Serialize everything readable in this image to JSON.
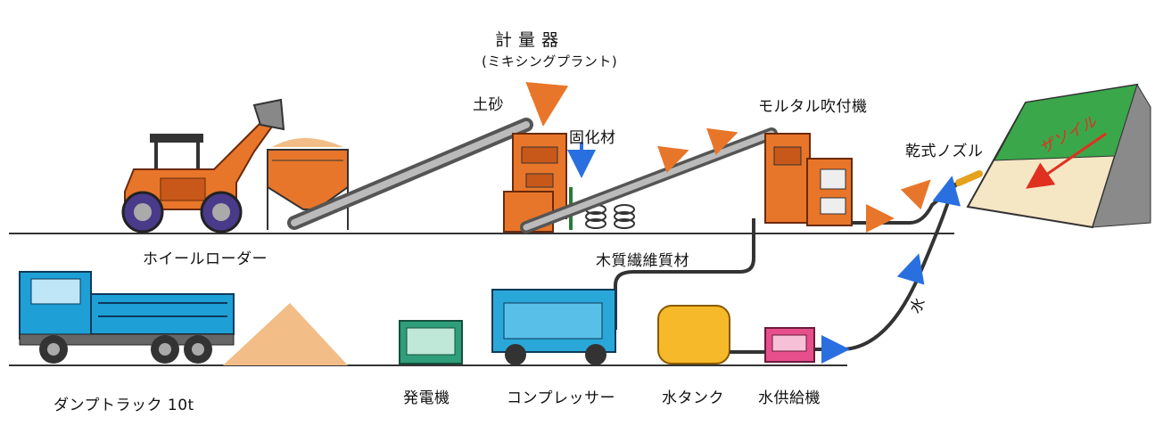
{
  "labels": {
    "meter_title": "計 量 器",
    "meter_sub": "(ミキシングプラント)",
    "soil": "土砂",
    "solidifier": "固化材",
    "mortar_sprayer": "モルタル吹付機",
    "dry_nozzle": "乾式ノズル",
    "slope_text": "ザソイル",
    "wheel_loader": "ホイールローダー",
    "wood_fiber": "木質繊維質材",
    "dump_truck": "ダンプトラック 10t",
    "generator": "発電機",
    "compressor": "コンプレッサー",
    "water_tank": "水タンク",
    "water_supply": "水供給機",
    "water": "水"
  },
  "colors": {
    "orange": "#e8762a",
    "sand": "#f2bd86",
    "truck_blue": "#1e9fd6",
    "compressor_blue": "#2aa7d9",
    "generator_green": "#2f9e7a",
    "tank_yellow": "#f5b92a",
    "pump_pink": "#e64f8c",
    "slope_green": "#3aa84a",
    "slope_beige": "#f5e6c4",
    "wall_gray": "#8a8a8a",
    "arrow_red": "#e03020",
    "arrow_gold": "#e4a21d",
    "arrow_blue": "#2a6fe0"
  }
}
